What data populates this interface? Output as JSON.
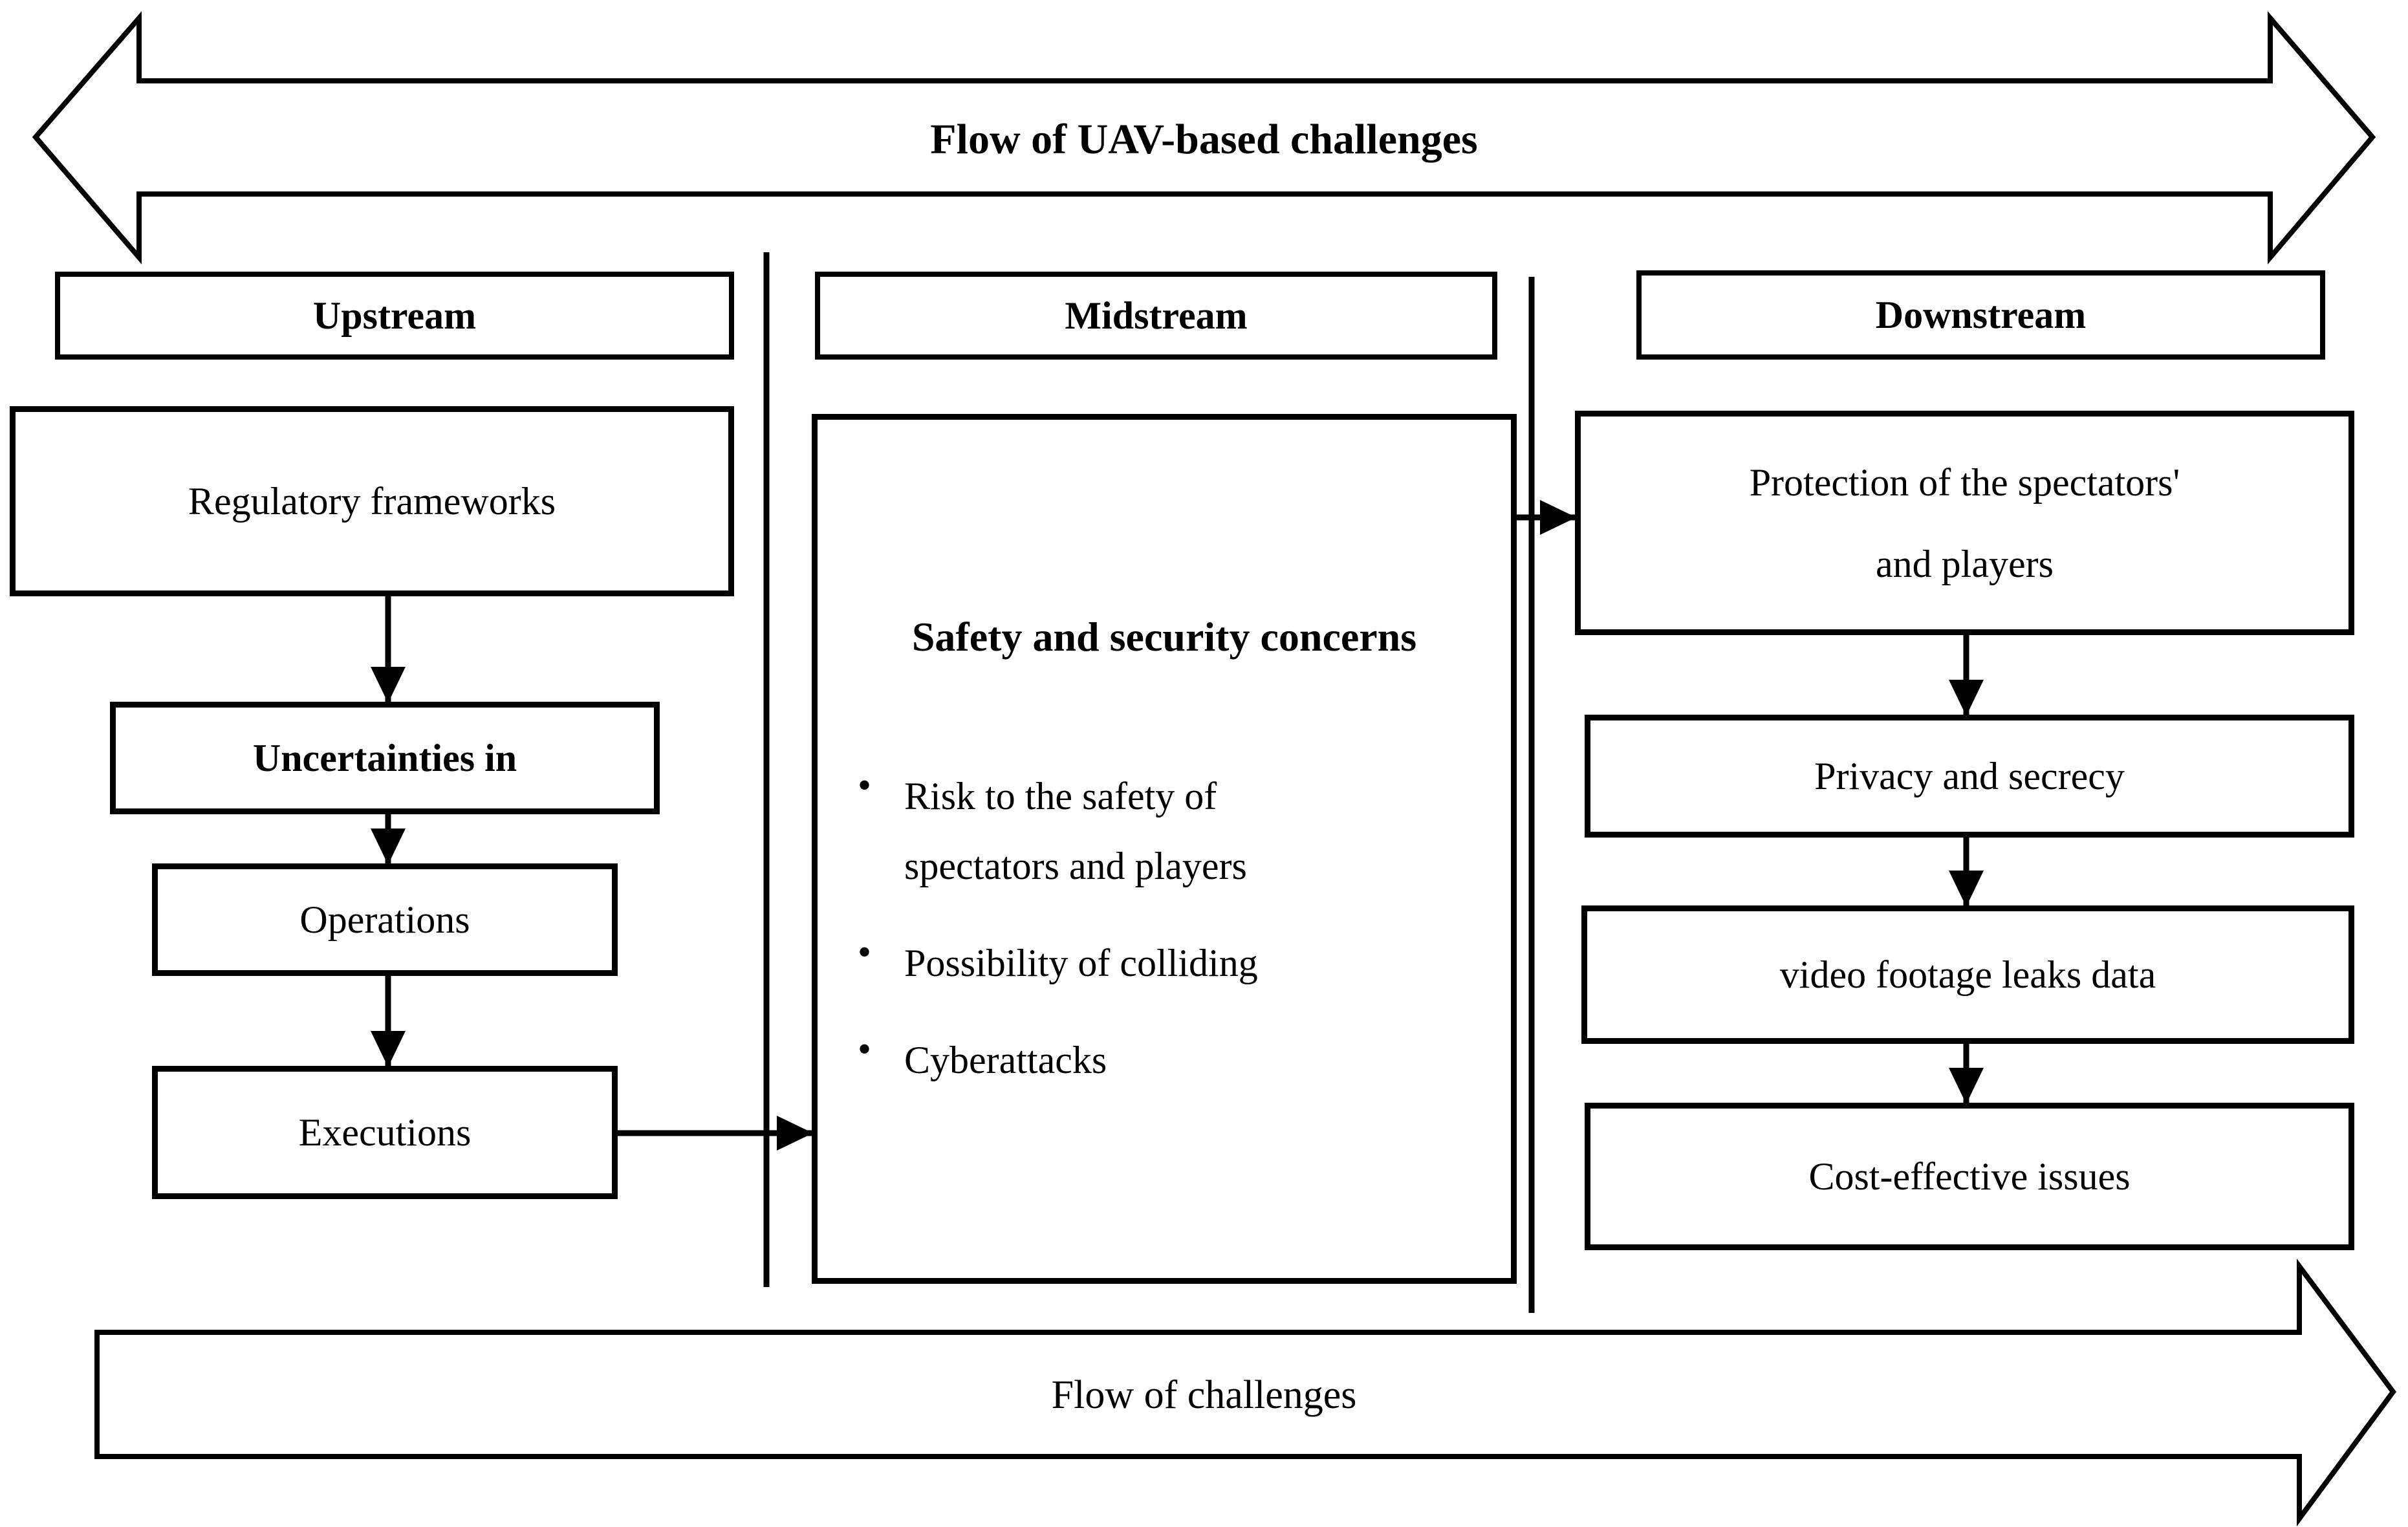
{
  "top_arrow": {
    "label": "Flow of UAV-based challenges"
  },
  "bottom_arrow": {
    "label": "Flow of challenges"
  },
  "columns": {
    "upstream": {
      "header": "Upstream",
      "boxes": [
        {
          "label": "Regulatory frameworks"
        },
        {
          "label": "Uncertainties in"
        },
        {
          "label": "Operations"
        },
        {
          "label": "Executions"
        }
      ]
    },
    "midstream": {
      "header": "Midstream",
      "box": {
        "title_line1": "Safety and security",
        "title_line2": "concerns",
        "bullet_marker": "•",
        "bullets": [
          {
            "line1": "Risk to the safety of",
            "line2": "spectators and players"
          },
          {
            "line1": "Possibility of colliding",
            "line2": ""
          },
          {
            "line1": "Cyberattacks",
            "line2": ""
          }
        ]
      }
    },
    "downstream": {
      "header": "Downstream",
      "boxes": [
        {
          "line1": "Protection of the spectators'",
          "line2": "and players"
        },
        {
          "label": "Privacy and secrecy"
        },
        {
          "label": "video footage leaks data"
        },
        {
          "label": "Cost-effective issues"
        }
      ]
    }
  },
  "colors": {
    "stroke": "#000000",
    "background": "#ffffff"
  }
}
